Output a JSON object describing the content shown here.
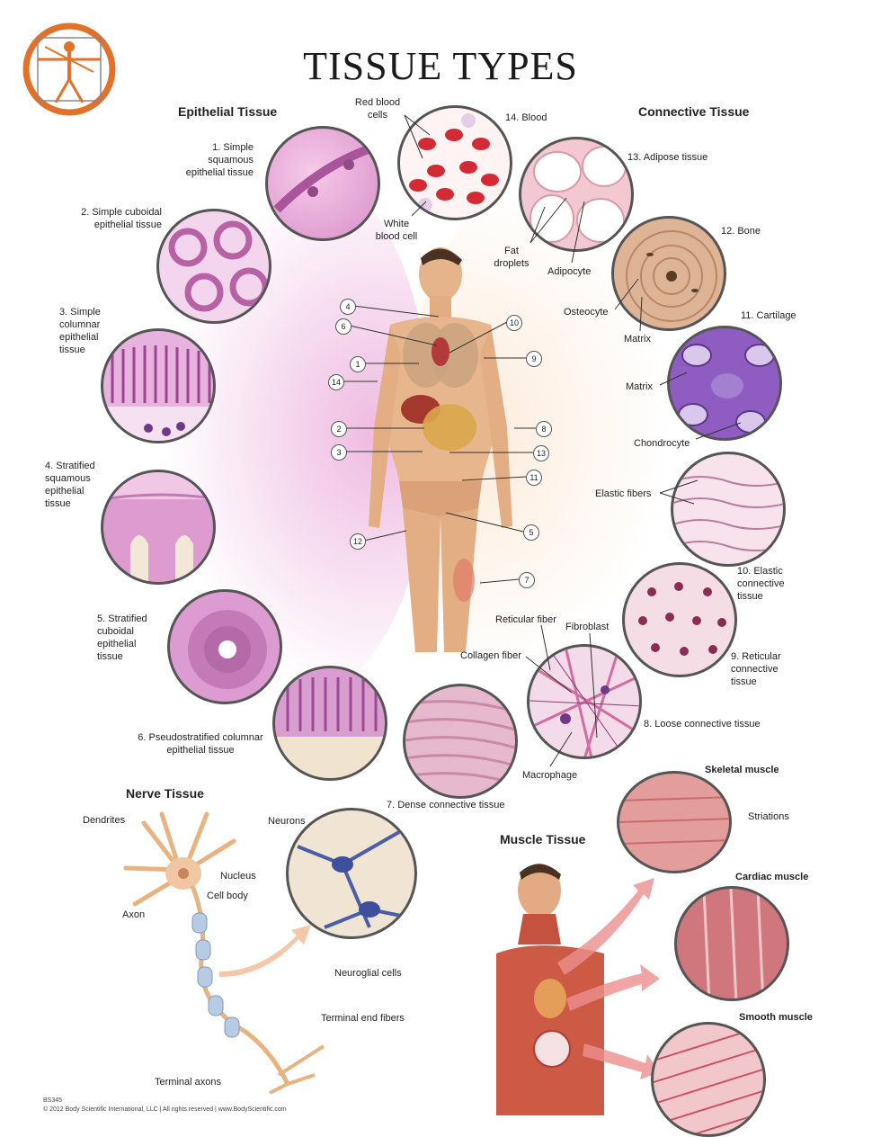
{
  "title": "TISSUE TYPES",
  "sections": {
    "epithelial": "Epithelial Tissue",
    "connective": "Connective Tissue",
    "nerve": "Nerve Tissue",
    "muscle": "Muscle Tissue"
  },
  "labels": {
    "e1a": "1. Simple squamous",
    "e1b": "epithelial tissue",
    "e2a": "2. Simple cuboidal",
    "e2b": "epithelial tissue",
    "e3a": "3. Simple",
    "e3b": "columnar",
    "e3c": "epithelial",
    "e3d": "tissue",
    "e4a": "4. Stratified",
    "e4b": "squamous",
    "e4c": "epithelial",
    "e4d": "tissue",
    "e5a": "5. Stratified",
    "e5b": "cuboidal",
    "e5c": "epithelial",
    "e5d": "tissue",
    "e6a": "6. Pseudostratified columnar",
    "e6b": "epithelial tissue",
    "c7": "7. Dense connective tissue",
    "c8": "8. Loose connective tissue",
    "c9a": "9. Reticular",
    "c9b": "connective",
    "c9c": "tissue",
    "c10a": "10. Elastic",
    "c10b": "connective",
    "c10c": "tissue",
    "c11": "11. Cartilage",
    "c12": "12. Bone",
    "c13": "13. Adipose tissue",
    "c14": "14. Blood",
    "rbc_a": "Red blood",
    "rbc_b": "cells",
    "wbc_a": "White",
    "wbc_b": "blood cell",
    "fat_a": "Fat",
    "fat_b": "droplets",
    "adipocyte": "Adipocyte",
    "osteocyte": "Osteocyte",
    "bone_matrix": "Matrix",
    "cart_matrix": "Matrix",
    "chondrocyte": "Chondrocyte",
    "elastic_fibers": "Elastic fibers",
    "reticular_fiber": "Reticular fiber",
    "fibroblast": "Fibroblast",
    "collagen_fiber": "Collagen fiber",
    "macrophage": "Macrophage",
    "dendrites": "Dendrites",
    "nucleus": "Nucleus",
    "cell_body": "Cell body",
    "axon": "Axon",
    "neurons": "Neurons",
    "neuroglial": "Neuroglial cells",
    "terminal_end": "Terminal end fibers",
    "terminal_axons": "Terminal axons",
    "skeletal": "Skeletal muscle",
    "striations": "Striations",
    "cardiac": "Cardiac muscle",
    "smooth": "Smooth muscle"
  },
  "callouts": [
    "4",
    "6",
    "10",
    "1",
    "9",
    "14",
    "2",
    "8",
    "3",
    "13",
    "11",
    "5",
    "12",
    "7"
  ],
  "footer": {
    "code": "BS345",
    "copyright": "© 2012 Body Scientific International, LLC | All rights reserved | www.BodyScientific.com"
  },
  "colors": {
    "epithelial_pink": "#d98ac7",
    "blood_red": "#d42a36",
    "cartilage_purple": "#8e5cc0",
    "bone_tan": "#d9b08f",
    "muscle_red": "#c9606a",
    "nerve_blue": "#4b5da8",
    "logo_orange": "#e2722b"
  }
}
